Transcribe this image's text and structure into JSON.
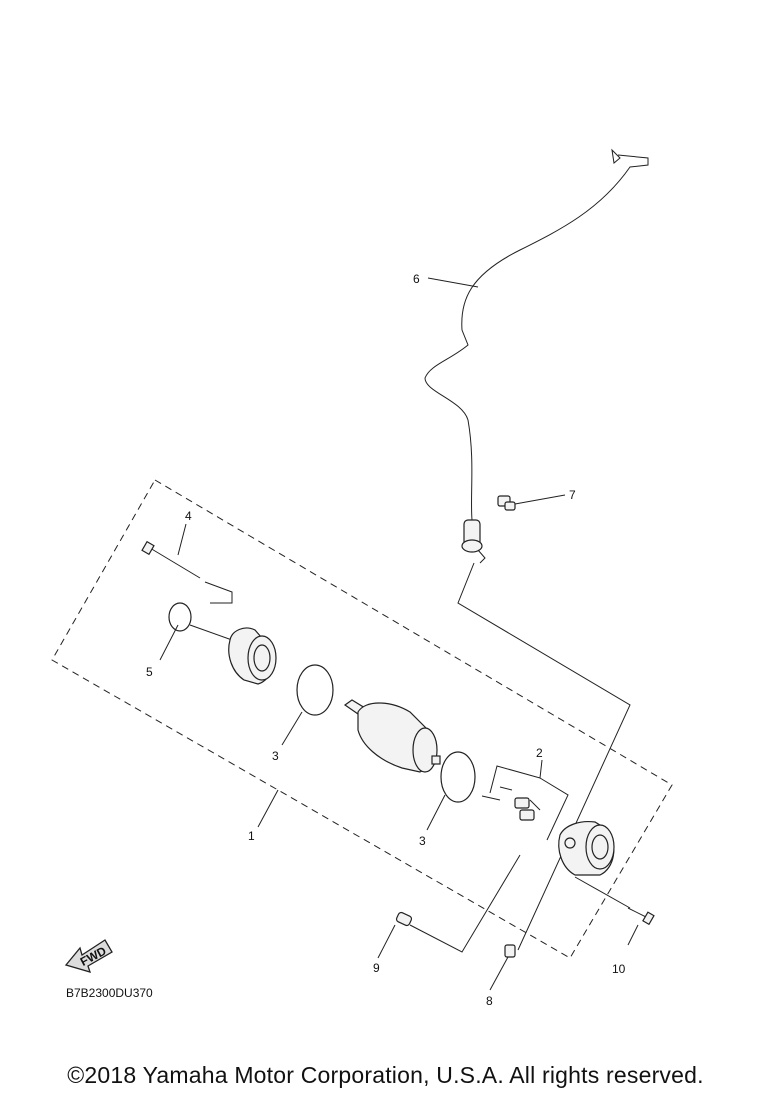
{
  "callouts": [
    "1",
    "2",
    "3",
    "3",
    "4",
    "5",
    "6",
    "7",
    "8",
    "9",
    "10"
  ],
  "diagram_code": "B7B2300DU370",
  "fwd_label": "FWD",
  "copyright": "©2018 Yamaha Motor Corporation, U.S.A. All rights reserved."
}
